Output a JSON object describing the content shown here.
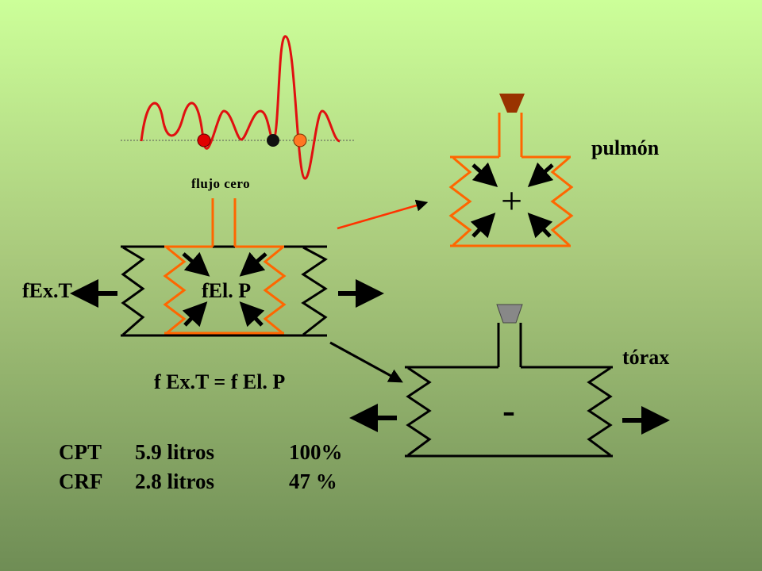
{
  "labels": {
    "flujo_cero": "flujo cero",
    "pulmon": "pulmón",
    "torax": "tórax",
    "fext": "fEx.T",
    "felp": "fEl. P",
    "equation": "f Ex.T = f El. P",
    "plus": "+",
    "minus": "-"
  },
  "volumes": [
    {
      "name": "CPT",
      "value": "5.9 litros",
      "percent": "100%"
    },
    {
      "name": "CRF",
      "value": "2.8 litros",
      "percent": "47 %"
    }
  ],
  "colors": {
    "orange": "#ff6600",
    "red": "#dd0000",
    "black": "#000000",
    "wave": "#e01010",
    "plug_brown": "#993300",
    "plug_gray": "#888888"
  },
  "markers": [
    "red-dot",
    "black-dot",
    "orange-dot"
  ]
}
